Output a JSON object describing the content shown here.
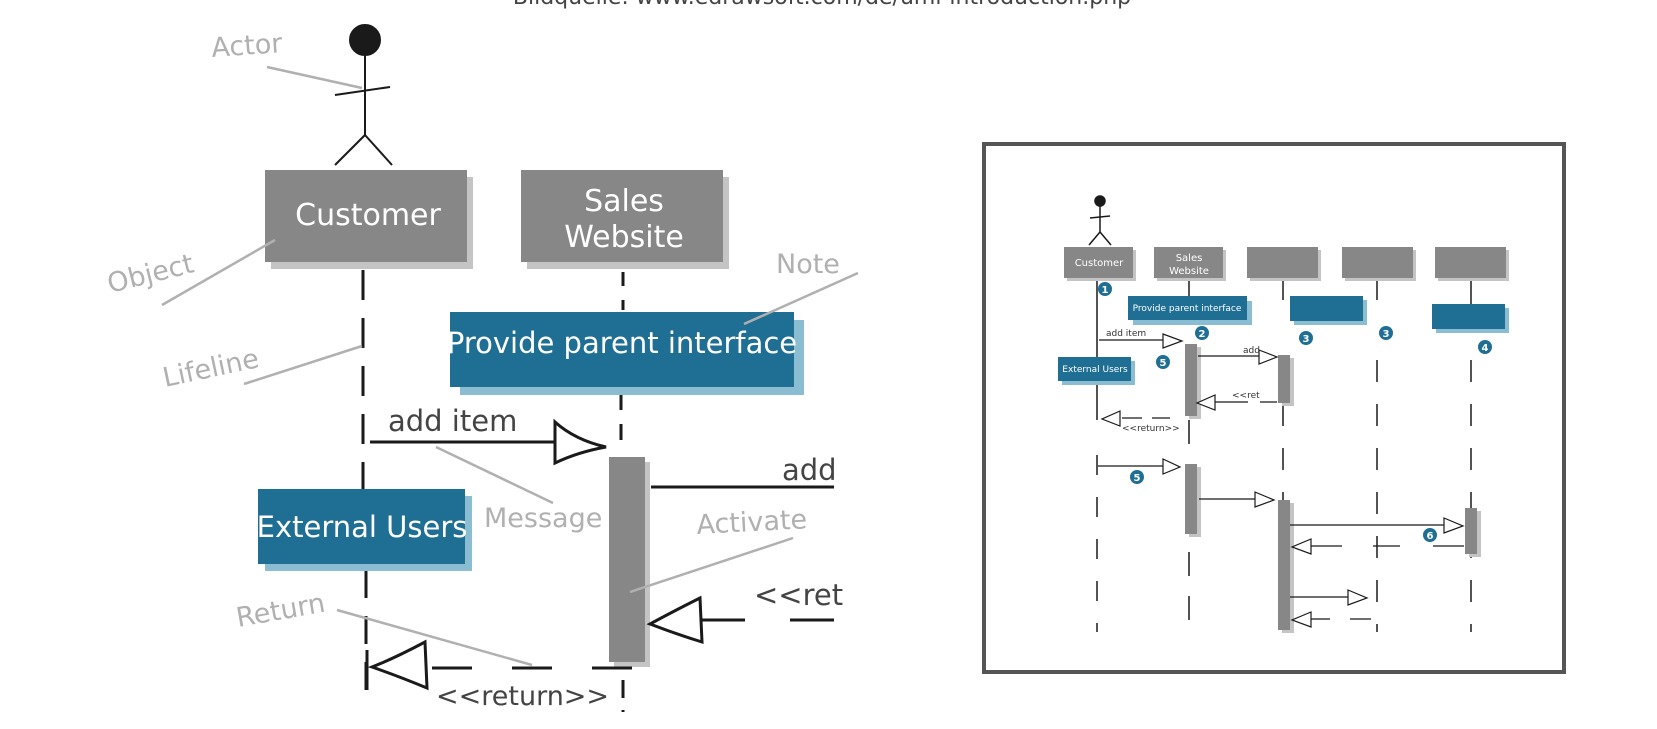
{
  "source_caption": "Bildquelle: www.edrawsoft.com/de/uml-introduction.php",
  "colors": {
    "object_fill": "#878787",
    "object_shadow": "#c4c4c4",
    "note_fill": "#1f6e94",
    "note_shadow": "#8bbdd2",
    "annotation": "#b0b0b0",
    "line": "#1a1a1a",
    "frame": "#555555"
  },
  "detail": {
    "annotations": {
      "actor": "Actor",
      "object": "Object",
      "lifeline": "Lifeline",
      "note": "Note",
      "message": "Message",
      "activate": "Activate",
      "return": "Return"
    },
    "objects": {
      "customer": "Customer",
      "sales_line1": "Sales",
      "sales_line2": "Website"
    },
    "notes": {
      "parent_interface": "Provide parent interface",
      "external_users": "External Users"
    },
    "messages": {
      "add_item": "add item",
      "add": "add",
      "ret": "<<ret",
      "return": "<<return>>"
    }
  },
  "overview": {
    "objects": {
      "customer": "Customer",
      "sales_line1": "Sales",
      "sales_line2": "Website"
    },
    "notes": {
      "parent_interface": "Provide parent interface",
      "external_users": "External Users"
    },
    "messages": {
      "add_item": "add item",
      "add": "add",
      "ret": "<<ret",
      "return": "<<return>>"
    },
    "step_markers": [
      "1",
      "2",
      "3",
      "3",
      "4",
      "5",
      "5",
      "6"
    ]
  }
}
